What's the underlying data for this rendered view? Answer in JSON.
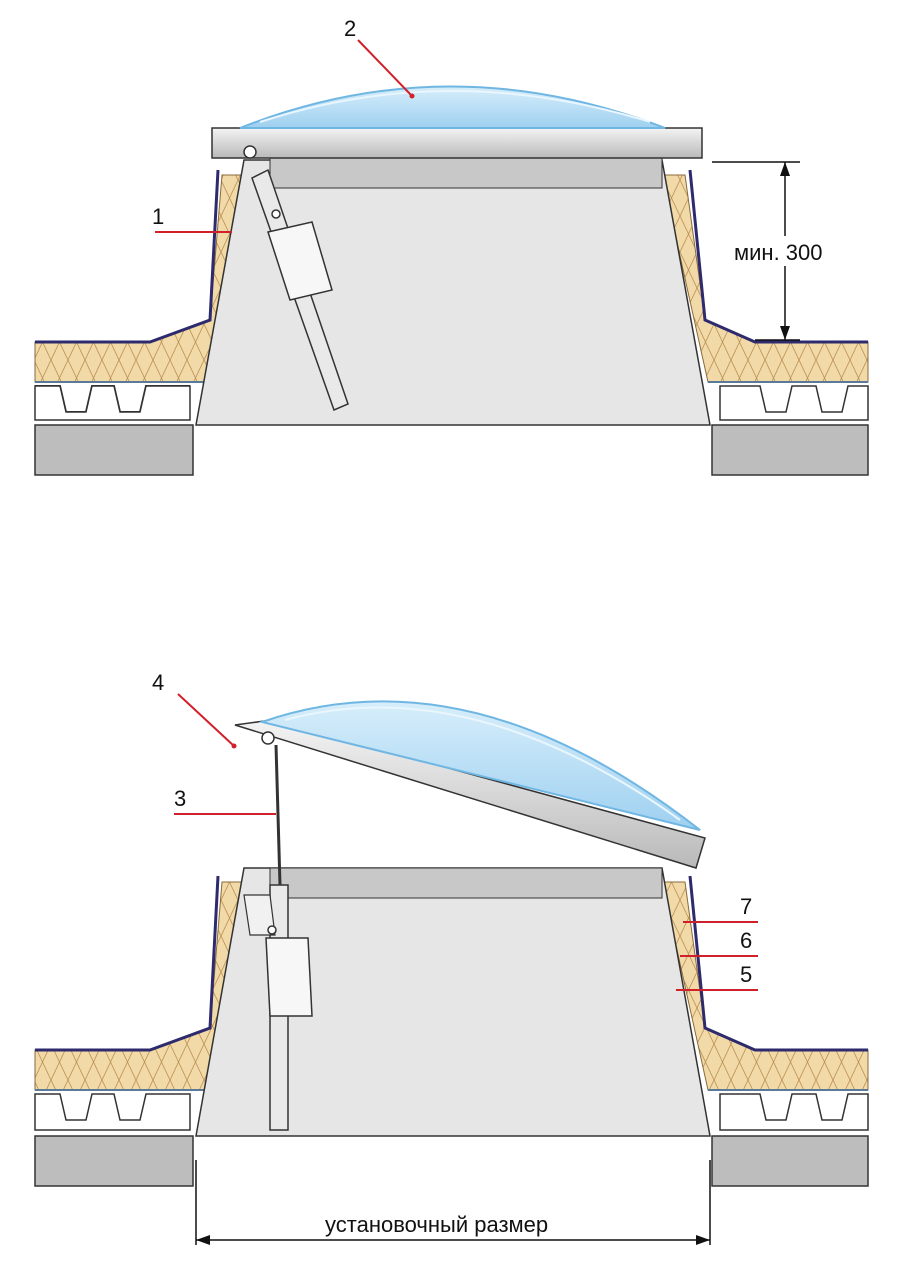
{
  "callouts": {
    "c1": "1",
    "c2": "2",
    "c3": "3",
    "c4": "4",
    "c5": "5",
    "c6": "6",
    "c7": "7"
  },
  "dimensions": {
    "min_height": "мин. 300",
    "install_size": "установочный размер"
  },
  "colors": {
    "dome": "#bfe3f7",
    "dome_edge": "#6fb6e3",
    "insulation": "#f2d9a8",
    "membrane": "#2e2a6e",
    "steel": "#c9c9c9",
    "beam": "#bdbdbd",
    "curb_inner": "#e6e6e6",
    "leader": "#d0202a"
  }
}
